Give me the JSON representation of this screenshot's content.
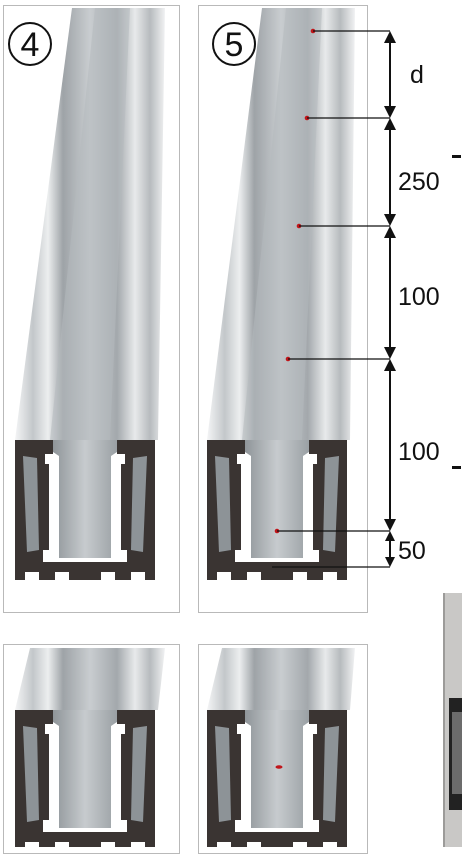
{
  "steps": [
    {
      "number": "4"
    },
    {
      "number": "5"
    }
  ],
  "dimensions": [
    {
      "label": "d"
    },
    {
      "label": "250"
    },
    {
      "label": "100"
    },
    {
      "label": "100"
    },
    {
      "label": "50"
    }
  ],
  "colors": {
    "profile_light": "#e4e6e7",
    "profile_mid": "#a9aeb1",
    "profile_dark": "#6f7478",
    "cap_dark": "#3a3432",
    "marker_red": "#c0151a",
    "frame_border": "#b9b9b9"
  }
}
